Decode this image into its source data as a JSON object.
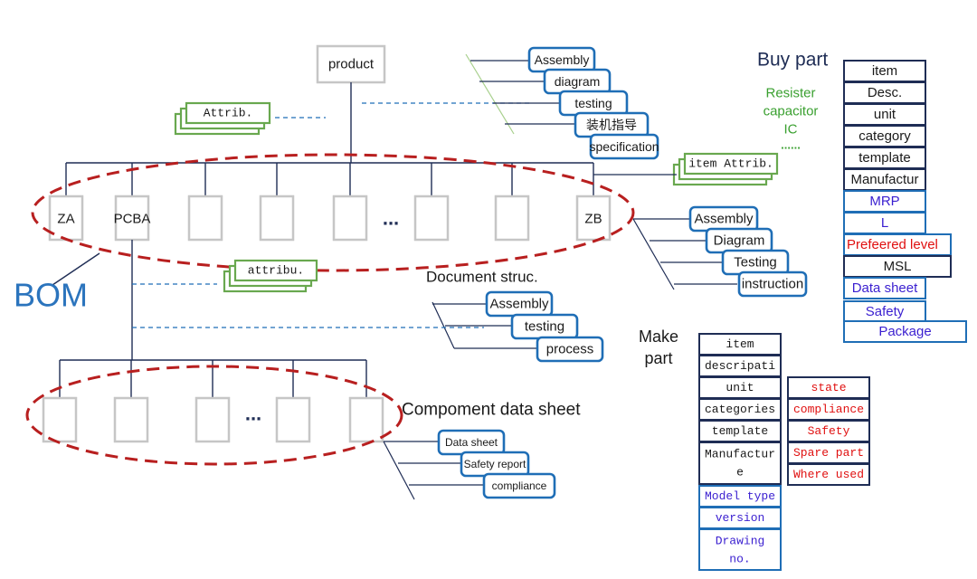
{
  "tree": {
    "root": "product",
    "level1": [
      "ZA",
      "PCBA",
      "",
      "",
      "",
      "...",
      "",
      "",
      "ZB"
    ],
    "level2": [
      "",
      "",
      "",
      "...",
      "",
      ""
    ],
    "bom_label": "BOM"
  },
  "product_docs": [
    "Assembly",
    "diagram",
    "testing",
    "装机指导",
    "specification"
  ],
  "attrib_stack": "Attrib.",
  "item_attrib_stack": "item Attrib.",
  "zb_docs": [
    "Assembly",
    "Diagram",
    "Testing",
    "instruction"
  ],
  "pcba_attrib_stack": "attribu.",
  "document_structure": {
    "title": "Document  struc.",
    "items": [
      "Assembly",
      "testing",
      "process"
    ]
  },
  "component_data_sheet": {
    "title": "Compoment  data sheet",
    "items": [
      "Data sheet",
      "Safety report",
      "compliance"
    ]
  },
  "buy_part": {
    "title": "Buy part",
    "examples": [
      "Resister",
      "capacitor",
      "IC",
      "......"
    ],
    "fields": [
      "item",
      "Desc.",
      "unit",
      "category",
      "template",
      "Manufactur",
      "MRP",
      "L",
      "Prefeered level",
      "MSL",
      "Data sheet",
      "Safety",
      "Package"
    ]
  },
  "make_part": {
    "title": "Make part",
    "fields": [
      "item",
      "descripati",
      "unit",
      "categories",
      "template",
      "Manufacture",
      "Model type",
      "version",
      "Drawing no."
    ],
    "extra_fields": [
      "state",
      "compliance",
      "Safety",
      "Spare part",
      "Where used"
    ]
  },
  "colors": {
    "tree_box": "#c6c6c6",
    "line": "#1f2d55",
    "ellipse": "#b81f1f",
    "blue": "#1f6eb6",
    "green": "#69a84f",
    "red": "#e01010",
    "purple": "#3a1fd0",
    "green_text": "#3aa030",
    "bom_blue": "#2b74bd"
  }
}
